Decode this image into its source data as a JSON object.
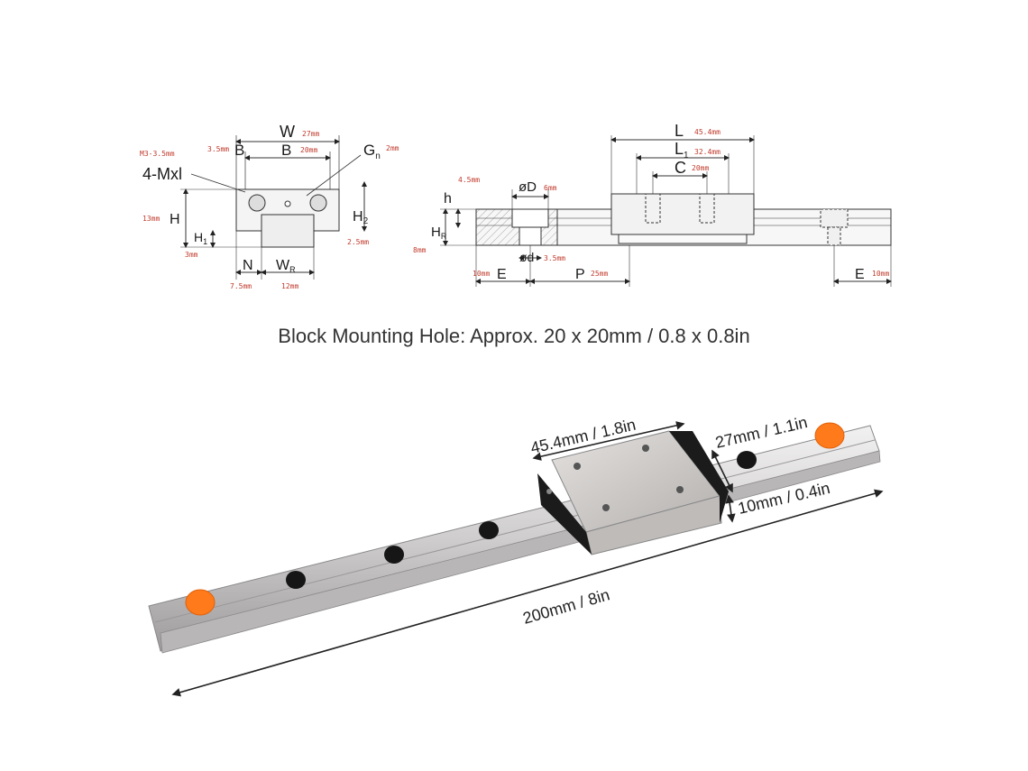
{
  "cross_section": {
    "W": "W",
    "W_val": "27mm",
    "B_outer": "B",
    "B_outer_val": "3.5mm",
    "B_inner": "B",
    "B_inner_val": "20mm",
    "Gn": "G",
    "Gn_sub": "n",
    "Gn_val": "2mm",
    "M": "M3-3.5mm",
    "mxl": "4-Mxl",
    "H": "H",
    "H_val": "13mm",
    "H1": "H",
    "H1_sub": "1",
    "H1_val": "3mm",
    "H2": "H",
    "H2_sub": "2",
    "H2_val": "2.5mm",
    "N": "N",
    "N_val": "7.5mm",
    "WR": "W",
    "WR_sub": "R",
    "WR_val": "12mm"
  },
  "side_view": {
    "L": "L",
    "L_val": "45.4mm",
    "L1": "L",
    "L1_sub": "1",
    "L1_val": "32.4mm",
    "C": "C",
    "C_val": "20mm",
    "h": "h",
    "h_val": "4.5mm",
    "HR": "H",
    "HR_sub": "R",
    "HR_val": "8mm",
    "D": "øD",
    "D_val": "6mm",
    "d": "ød",
    "d_val": "3.5mm",
    "E": "E",
    "E_val": "10mm",
    "P": "P",
    "P_val": "25mm",
    "E2": "E",
    "E2_val": "10mm"
  },
  "caption": "Block Mounting Hole: Approx. 20 x 20mm / 0.8 x 0.8in",
  "photo": {
    "length_label": "45.4mm / 1.8in",
    "width_label": "27mm / 1.1in",
    "height_label": "10mm / 0.4in",
    "rail_label": "200mm / 8in"
  },
  "colors": {
    "dim": "#c0392b",
    "cap": "#ff7a1a",
    "block": "#cfcccb",
    "end_seal": "#1b1b1b",
    "rail": "#d8d6d6"
  }
}
